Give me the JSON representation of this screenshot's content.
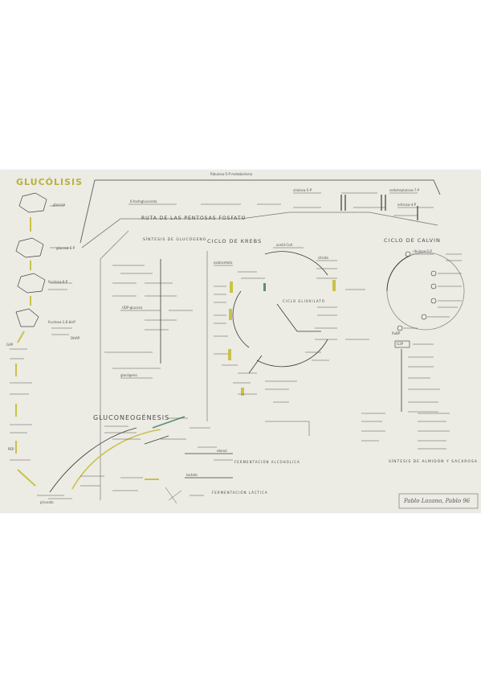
{
  "titles": {
    "glucolisis": "GLUCÓLISIS",
    "gluconeogenesis": "GLUCONEOGÉNESIS"
  },
  "sections": {
    "pentosas": "RUTA DE LAS PENTOSAS FOSFATO",
    "krebs": "CICLO DE KREBS",
    "calvin": "CICLO DE CALVIN",
    "glucogeno": "SÍNTESIS DE GLUCÓGENO",
    "krebs_center": "CICLO GLIOXILATO",
    "sintesis_sacarosa": "SÍNTESIS DE ALMIDÓN Y SACAROSA",
    "fermentacion_alcoholica": "FERMENTACIÓN ALCOHÓLICA",
    "fermentacion_lactica": "FERMENTACIÓN LÁCTICA"
  },
  "labels": {
    "top_path": "Ribulosa-5-P metabolismo",
    "glucose": "glucosa",
    "gluc6p": "glucosa-6-P",
    "fructose6p": "fructosa-6-P",
    "fructose16": "fructosa-1,6-bisP",
    "gap": "GAP",
    "dhap": "DHAP",
    "pep": "PEP",
    "pyruvate": "piruvato",
    "acetylcoa": "acetil-CoA",
    "oxaloacetate": "oxalacetato",
    "citrate": "citrato",
    "ribulose": "ribulosa-5-P",
    "rubisco": "RuBP",
    "g3p": "G3P",
    "lactate": "lactato",
    "ethanol": "etanol",
    "sedo": "sedoheptulosa-7-P",
    "xilulosa": "xilulosa-5-P",
    "eritrosa": "eritrosa-4-P",
    "pgluconato": "6-fosfogluconato",
    "glucogeno_sint": "glucógeno",
    "udp": "UDP-glucosa"
  },
  "signature": "Pablo Lozano, Pablo 96",
  "colors": {
    "sheet": "#ecebe4",
    "ink": "#3b3b3b",
    "yellow": "#c9c24a",
    "green": "#5f8f6b",
    "grey": "#8a8a8a"
  }
}
